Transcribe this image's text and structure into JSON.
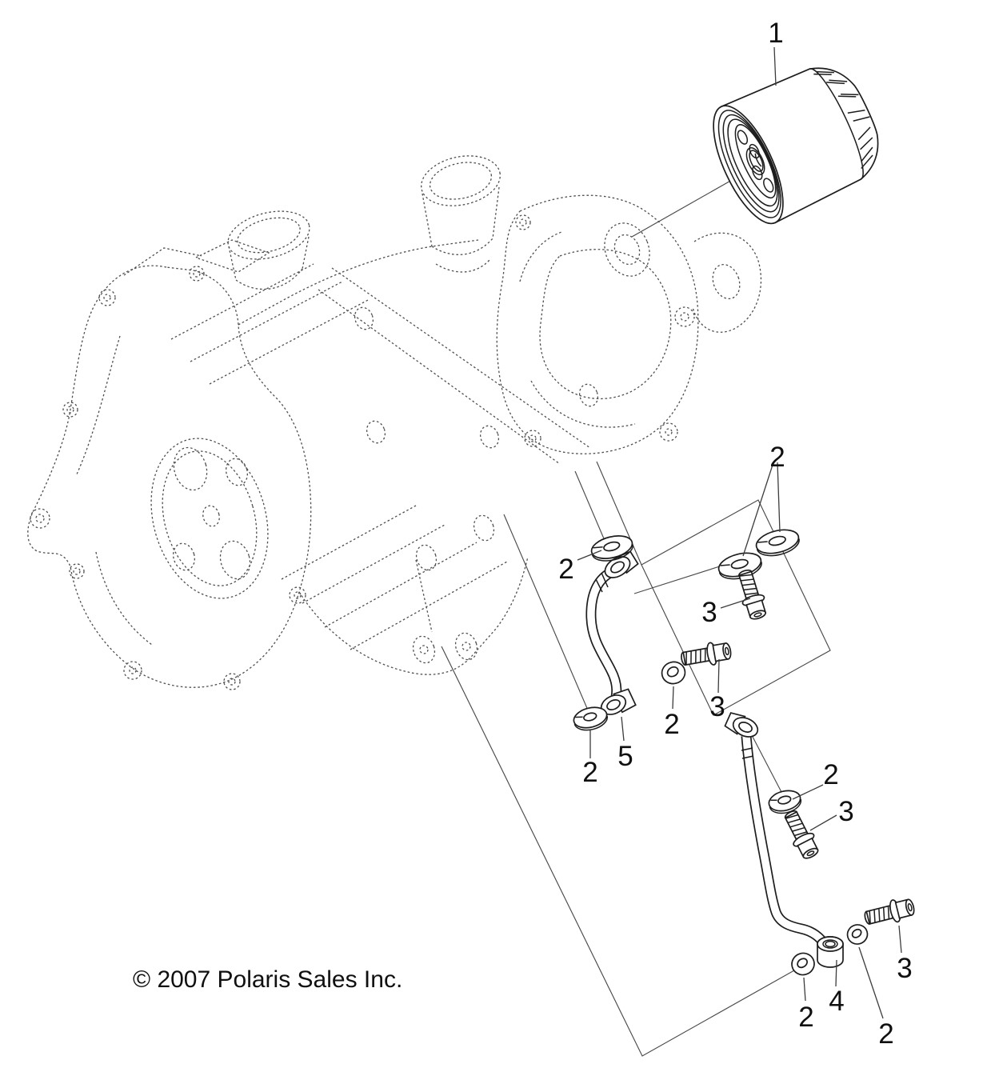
{
  "page": {
    "kind": "exploded-parts-diagram",
    "background": "#ffffff",
    "line_color": "#1d1d1d",
    "ghost_line_color": "#4f4f4f"
  },
  "diagram": {
    "copyright": "© 2007 Polaris Sales Inc.",
    "callouts": [
      {
        "label": "1",
        "target": "oil-filter"
      },
      {
        "label": "2",
        "target": "sealing-washer-pair"
      },
      {
        "label": "2",
        "target": "sealing-washer"
      },
      {
        "label": "3",
        "target": "flange-bolt"
      },
      {
        "label": "3",
        "target": "flange-bolt"
      },
      {
        "label": "2",
        "target": "sealing-washer"
      },
      {
        "label": "2",
        "target": "sealing-washer"
      },
      {
        "label": "5",
        "target": "oil-line-upper"
      },
      {
        "label": "2",
        "target": "sealing-washer"
      },
      {
        "label": "3",
        "target": "flange-bolt"
      },
      {
        "label": "2",
        "target": "sealing-washer"
      },
      {
        "label": "4",
        "target": "oil-line-lower"
      },
      {
        "label": "2",
        "target": "sealing-washer"
      },
      {
        "label": "3",
        "target": "flange-bolt"
      }
    ]
  }
}
